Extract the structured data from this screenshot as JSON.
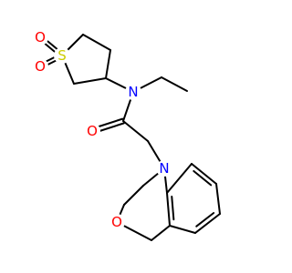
{
  "molecule": {
    "atoms": {
      "s1": {
        "label": "S"
      },
      "o1": {
        "label": "O"
      },
      "o2": {
        "label": "O"
      },
      "n_amide": {
        "label": "N"
      },
      "o_carbonyl": {
        "label": "O"
      },
      "n_ring": {
        "label": "N"
      },
      "o_ring": {
        "label": "O"
      }
    },
    "colors": {
      "carbon_bond": "#000000",
      "sulfur": "#cccc00",
      "oxygen": "#ff0000",
      "nitrogen": "#0000ff"
    }
  }
}
